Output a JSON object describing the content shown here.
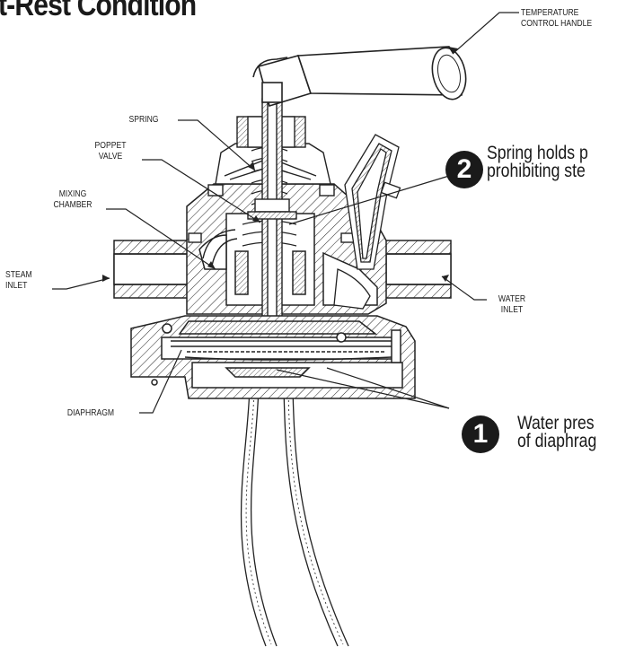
{
  "title": "t-Rest Condition",
  "labels": {
    "temperature_handle": [
      "TEMPERATURE",
      "CONTROL HANDLE"
    ],
    "spring": [
      "SPRING"
    ],
    "poppet_valve": [
      "POPPET",
      "VALVE"
    ],
    "mixing_chamber": [
      "MIXING",
      "CHAMBER"
    ],
    "steam_inlet": [
      "STEAM",
      "INLET"
    ],
    "water_inlet": [
      "WATER",
      "INLET"
    ],
    "diaphragm": [
      "DIAPHRAGM"
    ]
  },
  "callouts": [
    {
      "number": "2",
      "lines": [
        "Spring holds p",
        "prohibiting ste"
      ]
    },
    {
      "number": "1",
      "lines": [
        "Water pres",
        "of diaphrag"
      ]
    }
  ],
  "colors": {
    "ink": "#1a1a1a",
    "background": "#ffffff"
  }
}
